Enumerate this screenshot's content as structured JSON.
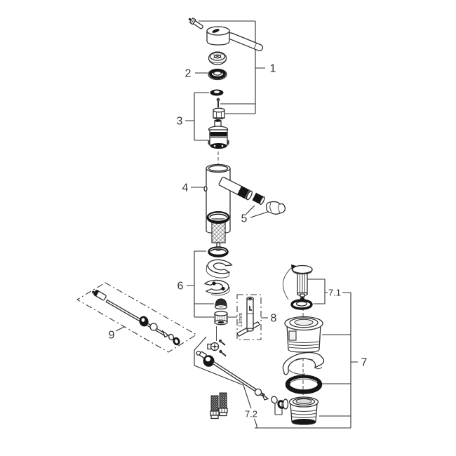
{
  "diagram": {
    "kind": "exploded-parts-diagram",
    "labels": {
      "part1": "1",
      "part2": "2",
      "part3": "3",
      "part4": "4",
      "part5": "5",
      "part6": "6",
      "part7": "7",
      "part7_1": "7.1",
      "part7_2": "7.2",
      "part8": "8",
      "part9": "9"
    },
    "annotations": {
      "tool_size": "13mm"
    },
    "colors": {
      "background": "#ffffff",
      "line": "#2e2e2e",
      "dark_fill": "#161616",
      "label_text": "#333333"
    }
  }
}
